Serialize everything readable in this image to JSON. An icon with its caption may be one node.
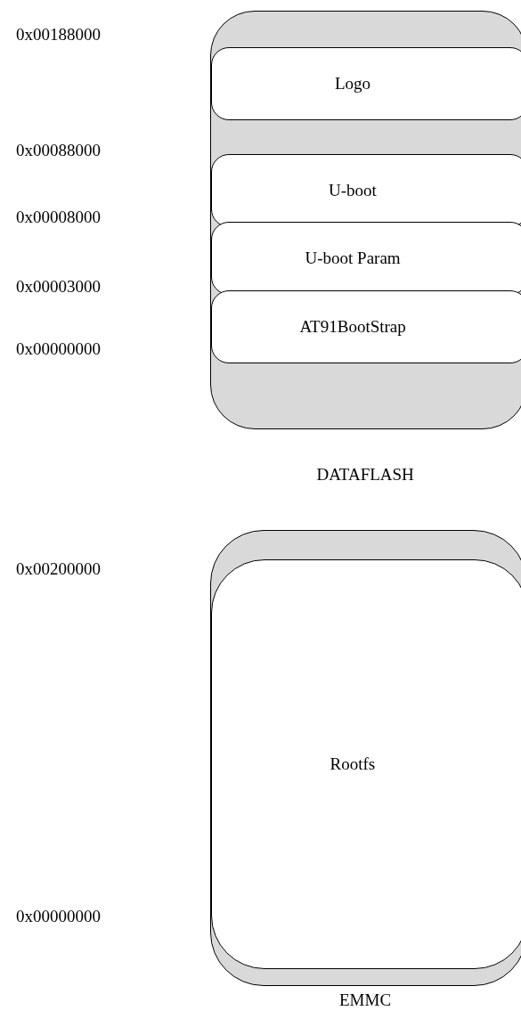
{
  "diagram": {
    "nodes": [
      {
        "text": [
          "DATAFLASH"
        ]
      },
      {
        "text": [
          "Logo"
        ],
        "in": 0
      },
      {
        "text": [
          "U-boot"
        ],
        "in": 0
      },
      {
        "text": [
          "U-boot Param"
        ],
        "in": 0
      },
      {
        "text": [
          "AT91BootStrap"
        ],
        "in": 0
      },
      {
        "text": [
          "EMMC"
        ]
      },
      {
        "text": [
          "Rootfs"
        ],
        "in": 5
      }
    ],
    "edges": [],
    "labels": [
      "0x00188000",
      "0x00088000",
      "0x00008000",
      "0x00003000",
      "0x00000000",
      "0x00200000",
      "0x00000000"
    ]
  }
}
